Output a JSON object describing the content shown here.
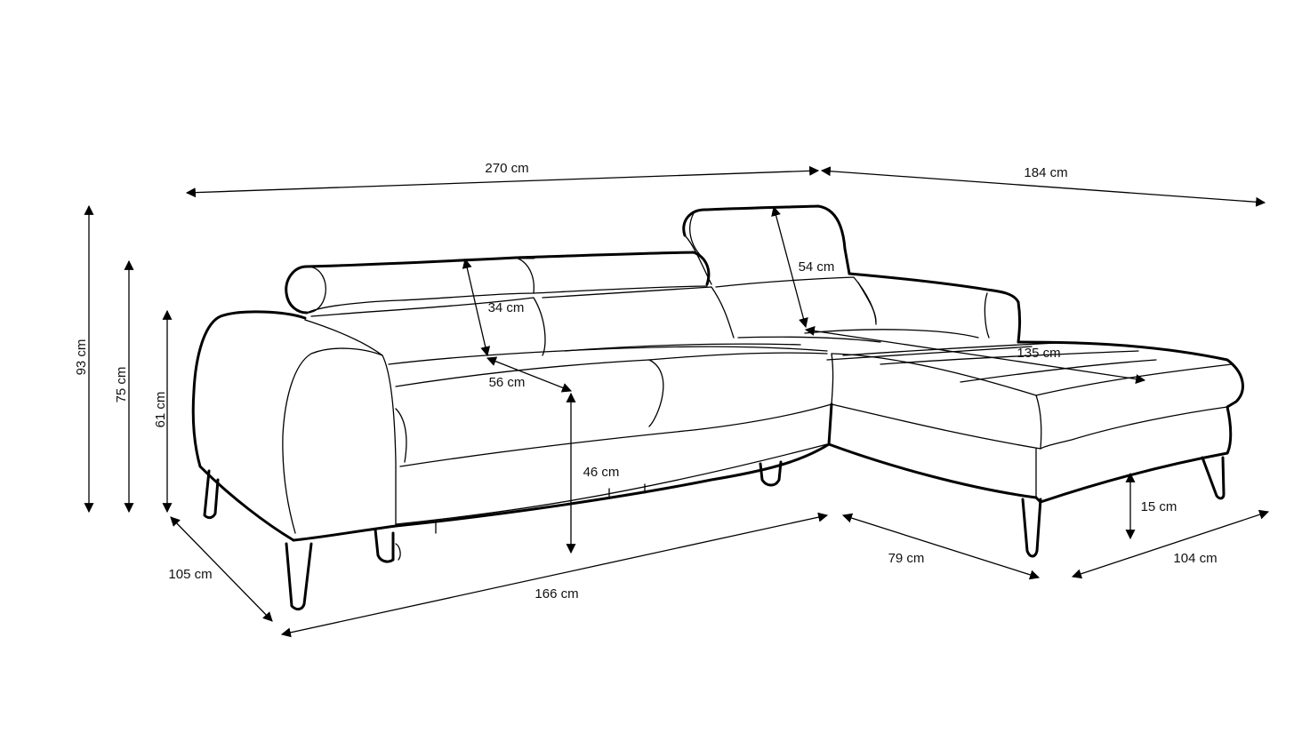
{
  "diagram": {
    "dimensions": {
      "width_total": "270 cm",
      "chaise_length": "184 cm",
      "height_total": "93 cm",
      "height_back": "75 cm",
      "height_arm": "61 cm",
      "headrest_main": "34 cm",
      "headrest_corner": "54 cm",
      "seat_depth": "56 cm",
      "seat_height": "46 cm",
      "chaise_seat_length": "135 cm",
      "depth_total": "105 cm",
      "front_length": "166 cm",
      "chaise_depth": "79 cm",
      "chaise_width": "104 cm",
      "leg_height": "15 cm"
    }
  }
}
